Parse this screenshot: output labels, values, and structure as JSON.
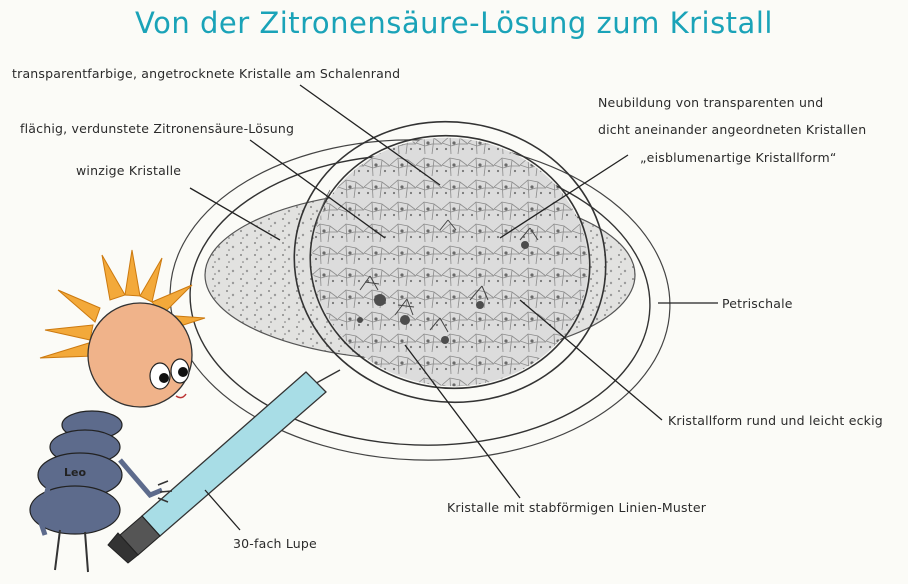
{
  "title": "Von der Zitronensäure-Lösung zum Kristall",
  "labels": {
    "rim_crystals": "transparentfarbige, angetrocknete Kristalle am Schalenrand",
    "evaporated_solution": "flächig, verdunstete Zitronensäure-Lösung",
    "tiny_crystals": "winzige Kristalle",
    "new_crystals_line1": "Neubildung von transparenten und",
    "new_crystals_line2": "dicht aneinander angeordneten Kristallen",
    "new_crystals_line3": "„eisblumenartige Kristallform“",
    "petri_dish": "Petrischale",
    "crystal_shape": "Kristallform rund und leicht eckig",
    "rod_pattern": "Kristalle mit stabförmigen Linien-Muster",
    "magnifier": "30-fach Lupe"
  },
  "character": {
    "name": "Leo"
  },
  "colors": {
    "title": "#1aa3b8",
    "magnifier_handle": "#a8dde6",
    "leo_body": "#5d6b8c",
    "leo_face": "#f0b38a",
    "leo_hair": "#f3a93a"
  }
}
